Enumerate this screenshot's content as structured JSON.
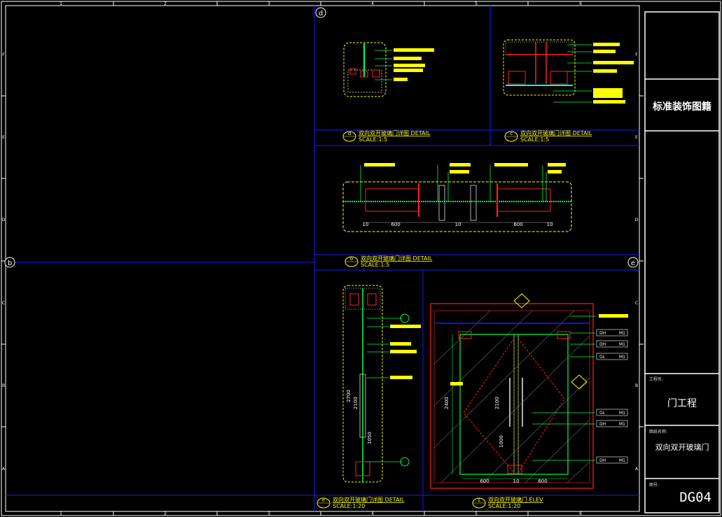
{
  "colors": {
    "blue": "#1a1aff",
    "yellow": "#ffff00",
    "red": "#ff2020",
    "green": "#00ff40",
    "white": "#ffffff",
    "orange": "#ffb000",
    "gray": "#b0b0b0"
  },
  "frame": {
    "columns": [
      "1",
      "2",
      "3",
      "4",
      "5",
      "6"
    ],
    "rows": [
      "F",
      "E",
      "D",
      "C",
      "B",
      "A"
    ]
  },
  "markers": {
    "top_left": "d",
    "mid_left": "b",
    "mid_right": "e"
  },
  "details": [
    {
      "tag": "d",
      "title": "双向双开玻璃门详图",
      "suffix": "DETAIL",
      "scale": "SCALE:1:5"
    },
    {
      "tag": "c",
      "title": "双向双开玻璃门详图",
      "suffix": "DETAIL",
      "scale": "SCALE:1:5"
    },
    {
      "tag": "b",
      "title": "双向双开玻璃门详图",
      "suffix": "DETAIL",
      "scale": "SCALE:1:5"
    },
    {
      "tag": "e",
      "title": "双向双开玻璃门详图",
      "suffix": "DETAIL",
      "scale": "SCALE:1:20"
    },
    {
      "tag": "1",
      "title": "双向双开玻璃门",
      "suffix": "ELEV",
      "scale": "SCALE:1:20"
    }
  ],
  "plan_dims": [
    "10",
    "600",
    "10",
    "600",
    "10"
  ],
  "section_dims": [
    "2700",
    "2100",
    "1050"
  ],
  "elev_dims": {
    "height": "2400",
    "door_h": "2100",
    "handle": "1000",
    "bottom": [
      "600",
      "10",
      "600"
    ],
    "tags": [
      {
        "code": "DH",
        "ref": "M1"
      },
      {
        "code": "DH",
        "ref": "M1"
      },
      {
        "code": "GL",
        "ref": "M1"
      },
      {
        "code": "GL",
        "ref": "M1"
      },
      {
        "code": "DH",
        "ref": "M1"
      },
      {
        "code": "DH",
        "ref": "M1"
      }
    ]
  },
  "title_block": {
    "title": "标准装饰图籍",
    "project_label": "工程名:",
    "project": "门工程",
    "drawing_label": "图纸名称:",
    "drawing_name": "双向双开玻璃门",
    "number_label": "图号:",
    "number": "DG04"
  }
}
